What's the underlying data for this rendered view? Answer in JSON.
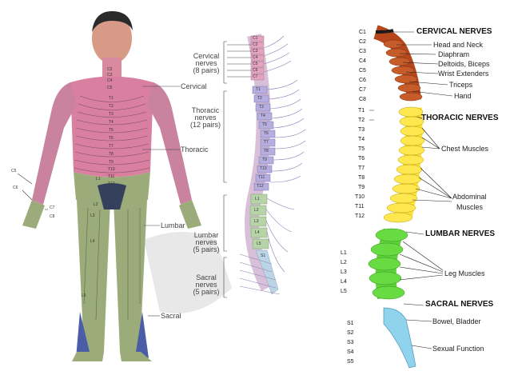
{
  "body_panel": {
    "segments": [
      "C2",
      "C3",
      "C4",
      "C5",
      "T1",
      "T2",
      "T3",
      "T4",
      "T5",
      "T6",
      "T7",
      "T8",
      "T9",
      "T10",
      "T11",
      "T12",
      "L1",
      "L2",
      "L3",
      "L4",
      "L5",
      "C5",
      "C6",
      "C7",
      "C8"
    ],
    "labels": {
      "cervical": "Cervical",
      "thoracic": "Thoracic",
      "lumbar": "Lumbar",
      "sacral": "Sacral"
    }
  },
  "middle_panel": {
    "groups": [
      {
        "line1": "Cervical",
        "line2": "nerves",
        "line3": "(8 pairs)"
      },
      {
        "line1": "Thoracic",
        "line2": "nerves",
        "line3": "(12 pairs)"
      },
      {
        "line1": "Lumbar",
        "line2": "nerves",
        "line3": "(5 pairs)"
      },
      {
        "line1": "Sacral",
        "line2": "nerves",
        "line3": "(5 pairs)"
      }
    ],
    "vertebra_labels": [
      "C1",
      "C2",
      "C3",
      "C4",
      "C5",
      "C6",
      "C7",
      "T1",
      "T2",
      "T3",
      "T4",
      "T5",
      "T6",
      "T7",
      "T8",
      "T9",
      "T10",
      "T11",
      "T12",
      "L1",
      "L2",
      "L3",
      "L4",
      "L5",
      "S1"
    ]
  },
  "right_panel": {
    "headers": {
      "cervical": "CERVICAL NERVES",
      "thoracic": "THORACIC NERVES",
      "lumbar": "LUMBAR NERVES",
      "sacral": "SACRAL NERVES"
    },
    "cervical_levels": [
      "C1",
      "C2",
      "C3",
      "C4",
      "C5",
      "C6",
      "C7",
      "C8"
    ],
    "thoracic_levels": [
      "T1",
      "T2",
      "T3",
      "T4",
      "T5",
      "T6",
      "T7",
      "T8",
      "T9",
      "T10",
      "T11",
      "T12"
    ],
    "lumbar_levels": [
      "L1",
      "L2",
      "L3",
      "L4",
      "L5"
    ],
    "sacral_levels": [
      "S1",
      "S2",
      "S3",
      "S4",
      "S5"
    ],
    "functions": {
      "head_neck": "Head and Neck",
      "diaphram": "Diaphram",
      "deltoids": "Deltoids, Biceps",
      "wrist": "Wrist Extenders",
      "triceps": "Triceps",
      "hand": "Hand",
      "chest": "Chest Muscles",
      "abdominal_1": "Abdominal",
      "abdominal_2": "Muscles",
      "leg": "Leg Muscles",
      "bowel": "Bowel, Bladder",
      "sexual": "Sexual Function"
    },
    "colors": {
      "cervical": "#b5471b",
      "thoracic": "#ffe23a",
      "lumbar": "#5fd13a",
      "sacral": "#8fd3ec"
    }
  }
}
